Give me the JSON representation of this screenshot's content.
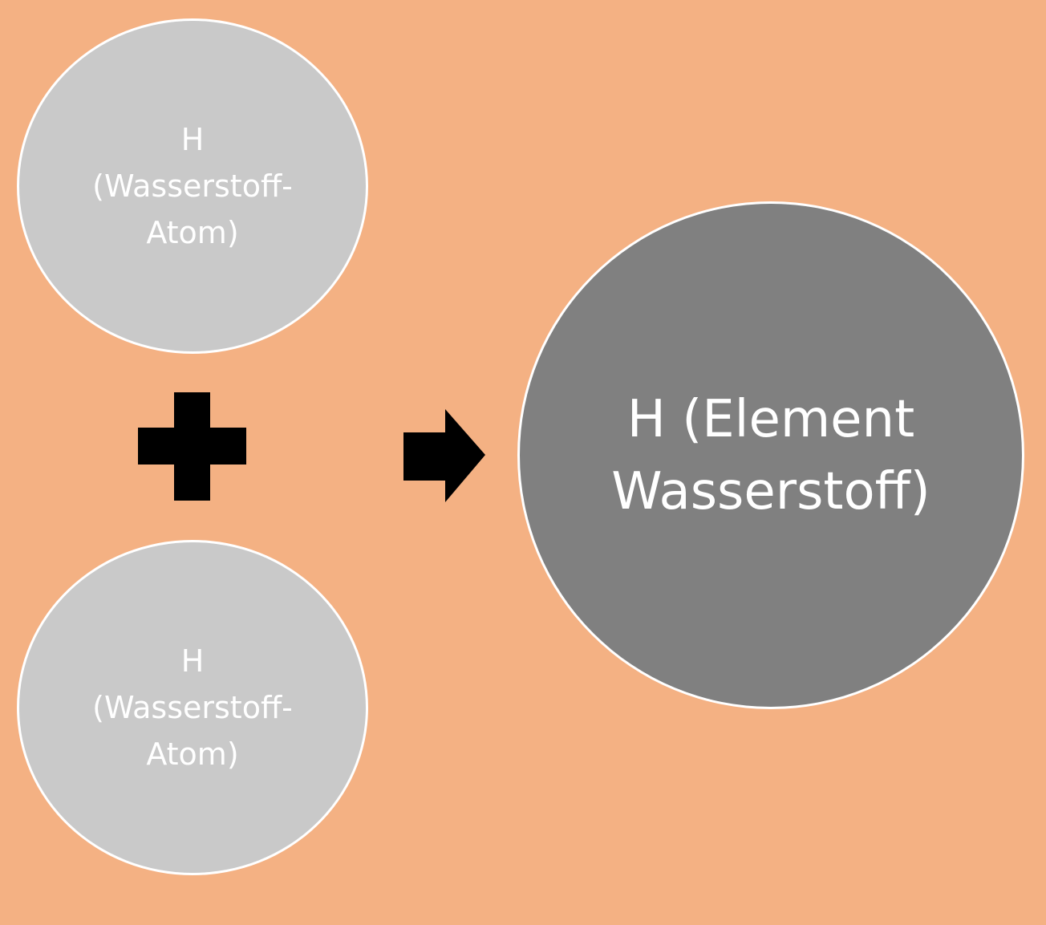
{
  "colors": {
    "background": "#f4b183",
    "atom_fill": "#c9c9c9",
    "element_fill": "#808080",
    "outline": "#ffffff",
    "operator": "#000000"
  },
  "atom_top": {
    "lines": [
      "H",
      "(Wasserstoff-",
      "Atom)"
    ]
  },
  "atom_bottom": {
    "lines": [
      "H",
      "(Wasserstoff-",
      "Atom)"
    ]
  },
  "element": {
    "lines": [
      "H (Element",
      "Wasserstoff)"
    ]
  },
  "icons": {
    "plus": "plus-icon",
    "arrow": "arrow-right-icon"
  }
}
